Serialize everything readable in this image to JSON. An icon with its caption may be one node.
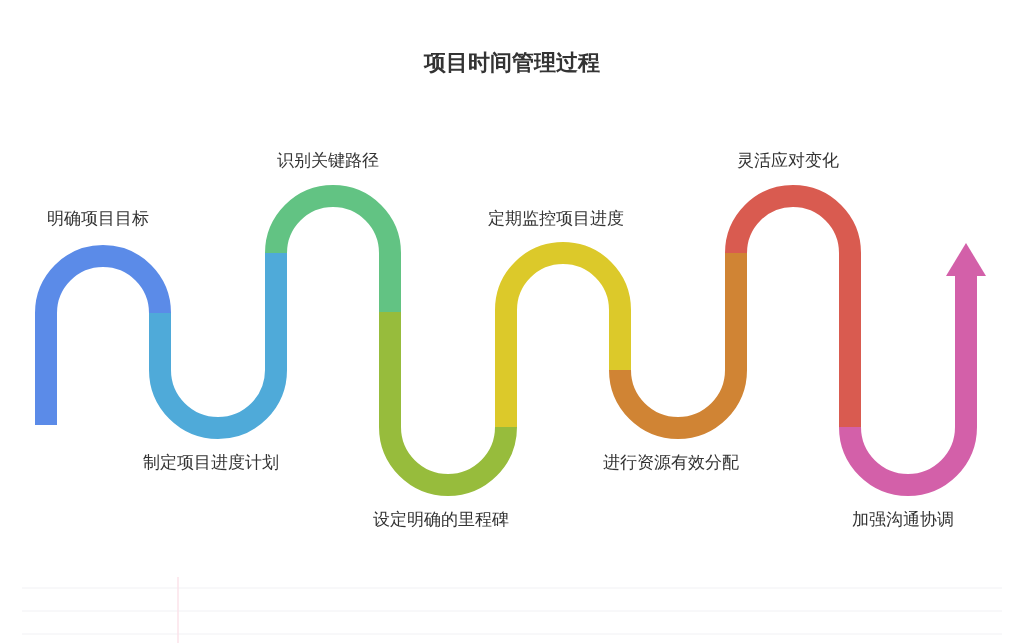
{
  "diagram": {
    "title": "项目时间管理过程",
    "nodes": [
      {
        "text": [
          "明确项目目标"
        ]
      },
      {
        "text": [
          "制定项目进度计划"
        ]
      },
      {
        "text": [
          "识别关键路径"
        ]
      },
      {
        "text": [
          "设定明确的里程碑"
        ]
      },
      {
        "text": [
          "定期监控项目进度"
        ]
      },
      {
        "text": [
          "进行资源有效分配"
        ]
      },
      {
        "text": [
          "灵活应对变化"
        ]
      },
      {
        "text": [
          "加强沟通协调"
        ]
      }
    ]
  }
}
